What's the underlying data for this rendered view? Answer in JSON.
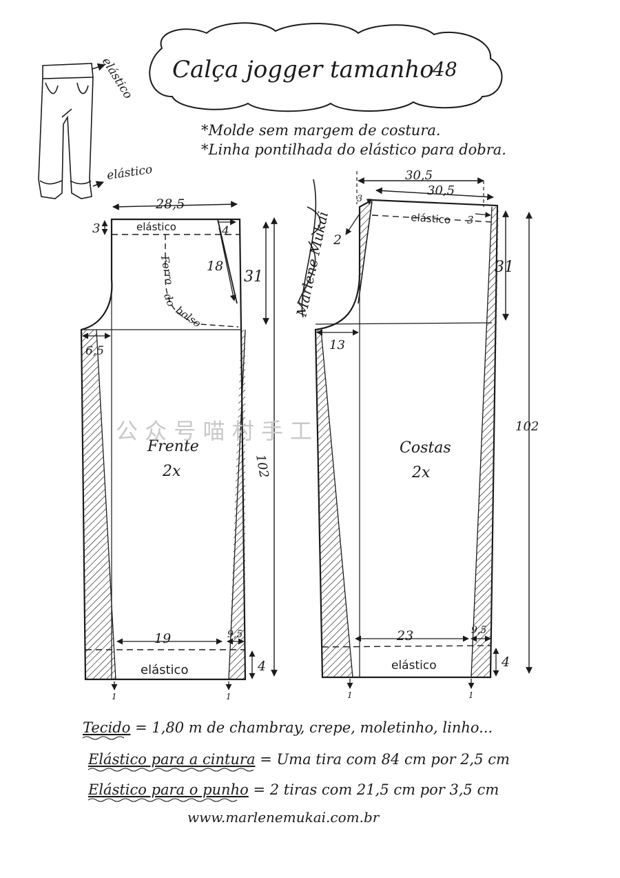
{
  "title": "Calça jogger tamanho",
  "size": "48",
  "notes": [
    "*Molde sem margem de costura.",
    "*Linha pontilhada do elástico para dobra."
  ],
  "sketch": {
    "label_top": "elástico",
    "label_bottom": "elástico"
  },
  "front": {
    "name": "Frente",
    "count": "2x",
    "waist_label": "elástico",
    "hem_label": "elástico",
    "pocket_label_1": "Forro",
    "pocket_label_2": "do",
    "pocket_label_3": "bolso",
    "dims": {
      "waist_width": "28,5",
      "waistband": "3",
      "pocket_top": "4",
      "pocket_diag": "18",
      "rise": "31",
      "crotch_ext": "6,5",
      "length": "102",
      "hem_width": "19",
      "hem_side": "9,5",
      "cuff": "4",
      "hem_mark_left": "1",
      "hem_mark_right": "1"
    }
  },
  "back": {
    "name": "Costas",
    "count": "2x",
    "waist_label": "elástico",
    "hem_label": "elástico",
    "dims": {
      "waist_top": "30,5",
      "waist_inner": "30,5",
      "waist_rise_mark": "3",
      "waistband": "3",
      "center_back": "2",
      "rise": "31",
      "crotch_ext": "13",
      "length": "102",
      "hem_width": "23",
      "hem_side": "9,5",
      "cuff": "4",
      "hem_mark_left": "1",
      "hem_mark_right": "1"
    }
  },
  "signature": "Marlene Mukai",
  "watermark": "公  众  号  喵  村  手  工",
  "materials": {
    "tecido_label": "Tecido",
    "tecido_value": "= 1,80 m de chambray, crepe, moletinho, linho...",
    "waist_label": "Elástico para a cintura",
    "waist_value": "= Uma tira com 84 cm por 2,5 cm",
    "cuff_label": "Elástico para o punho",
    "cuff_value": "= 2 tiras com 21,5 cm por 3,5 cm"
  },
  "website": "www.marlenemukai.com.br",
  "colors": {
    "ink": "#1b1b1b",
    "paper": "#ffffff",
    "watermark": "#c9c9c9"
  }
}
